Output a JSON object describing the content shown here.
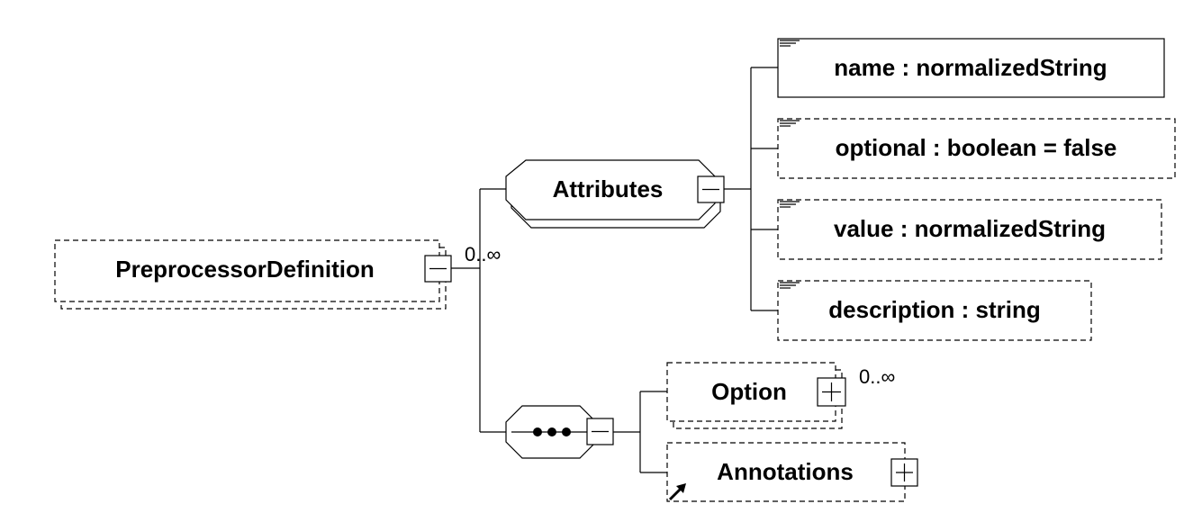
{
  "root": {
    "name": "PreprocessorDefinition",
    "cardinality": "0..∞"
  },
  "attributes_group": {
    "label": "Attributes",
    "items": [
      "name : normalizedString",
      "optional : boolean = false",
      "value : normalizedString",
      "description : string"
    ]
  },
  "sequence": {
    "children": [
      {
        "name": "Option",
        "cardinality": "0..∞"
      },
      {
        "name": "Annotations"
      }
    ]
  }
}
